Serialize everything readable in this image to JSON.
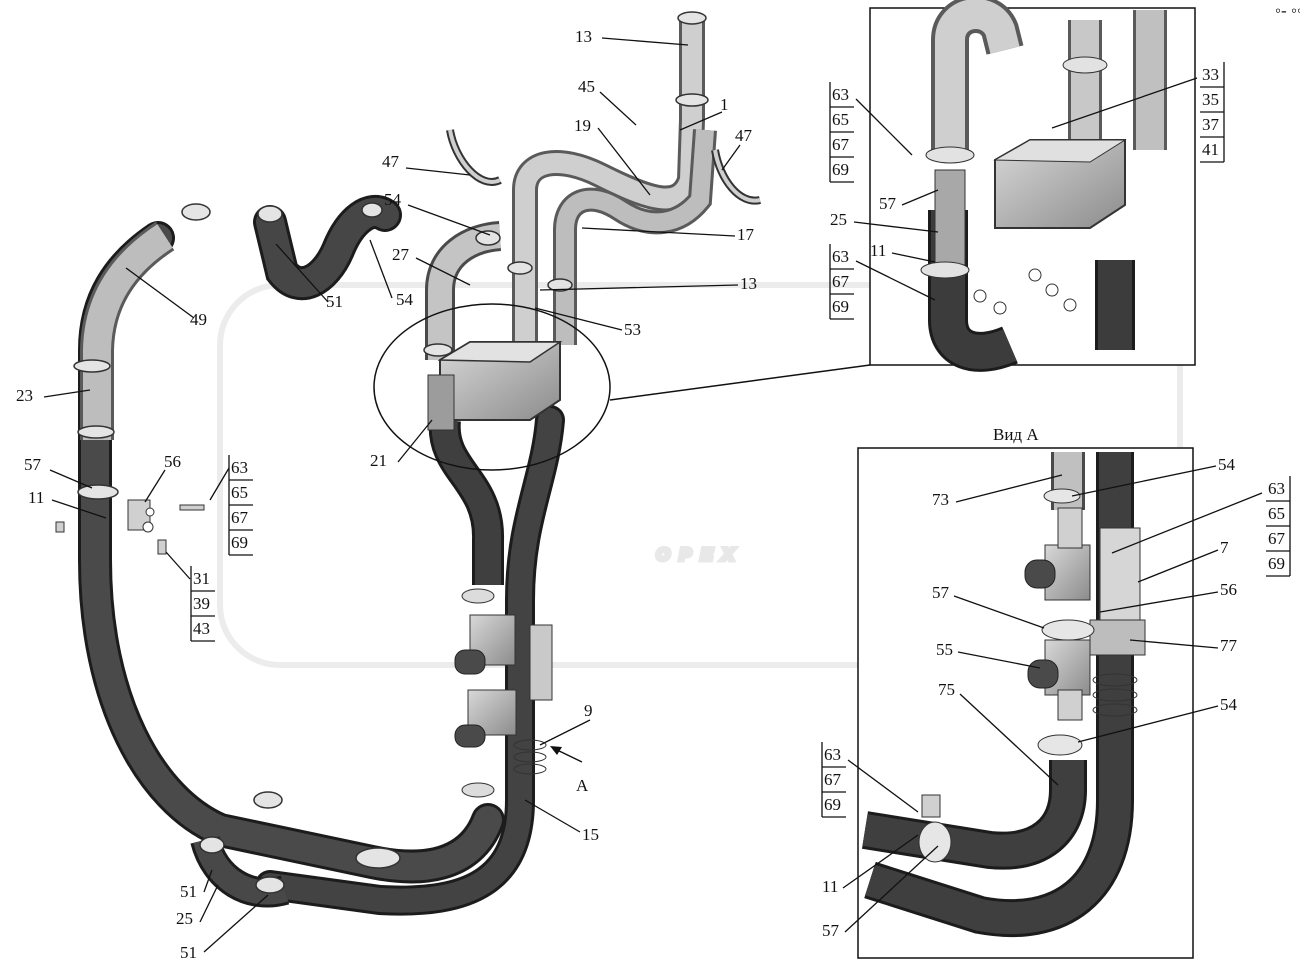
{
  "watermark": {
    "text": "OPEX",
    "color": "#ececec"
  },
  "colors": {
    "hose": "#3c3c3c",
    "hose_edge": "#1c1c1c",
    "pipe": "#b4b4b4",
    "pipe_edge": "#5a5a5a",
    "line": "#111111"
  },
  "view_a": {
    "title": "Вид А"
  },
  "main_labels": [
    {
      "id": "m13a",
      "text": "13"
    },
    {
      "id": "m45",
      "text": "45"
    },
    {
      "id": "m1",
      "text": "1"
    },
    {
      "id": "m19",
      "text": "19"
    },
    {
      "id": "m47a",
      "text": "47"
    },
    {
      "id": "m47b",
      "text": "47"
    },
    {
      "id": "m54a",
      "text": "54"
    },
    {
      "id": "m17",
      "text": "17"
    },
    {
      "id": "m27",
      "text": "27"
    },
    {
      "id": "m13b",
      "text": "13"
    },
    {
      "id": "m51a",
      "text": "51"
    },
    {
      "id": "m54b",
      "text": "54"
    },
    {
      "id": "m49",
      "text": "49"
    },
    {
      "id": "m53",
      "text": "53"
    },
    {
      "id": "m23",
      "text": "23"
    },
    {
      "id": "m21",
      "text": "21"
    },
    {
      "id": "m57",
      "text": "57"
    },
    {
      "id": "m56",
      "text": "56"
    },
    {
      "id": "m11",
      "text": "11"
    },
    {
      "id": "m9",
      "text": "9"
    },
    {
      "id": "mA",
      "text": "A"
    },
    {
      "id": "m15",
      "text": "15"
    },
    {
      "id": "m51b",
      "text": "51"
    },
    {
      "id": "m25",
      "text": "25"
    },
    {
      "id": "m51c",
      "text": "51"
    }
  ],
  "stacks": [
    {
      "id": "s1",
      "items": [
        "63",
        "65",
        "67",
        "69"
      ]
    },
    {
      "id": "s2",
      "items": [
        "31",
        "39",
        "43"
      ]
    },
    {
      "id": "s3",
      "items": [
        "63",
        "65",
        "67",
        "69"
      ]
    },
    {
      "id": "s4",
      "items": [
        "33",
        "35",
        "37",
        "41"
      ]
    },
    {
      "id": "s5",
      "items": [
        "63",
        "67",
        "69"
      ]
    },
    {
      "id": "s6",
      "items": [
        "63",
        "65",
        "67",
        "69"
      ]
    },
    {
      "id": "s7",
      "items": [
        "63",
        "67",
        "69"
      ]
    }
  ],
  "inset_top_labels": [
    {
      "id": "t57",
      "text": "57"
    },
    {
      "id": "t25",
      "text": "25"
    },
    {
      "id": "t11",
      "text": "11"
    }
  ],
  "inset_va_labels": [
    {
      "id": "v73",
      "text": "73"
    },
    {
      "id": "v54a",
      "text": "54"
    },
    {
      "id": "v7",
      "text": "7"
    },
    {
      "id": "v57a",
      "text": "57"
    },
    {
      "id": "v56",
      "text": "56"
    },
    {
      "id": "v55",
      "text": "55"
    },
    {
      "id": "v77",
      "text": "77"
    },
    {
      "id": "v75",
      "text": "75"
    },
    {
      "id": "v54b",
      "text": "54"
    },
    {
      "id": "v11",
      "text": "11"
    },
    {
      "id": "v57b",
      "text": "57"
    }
  ]
}
